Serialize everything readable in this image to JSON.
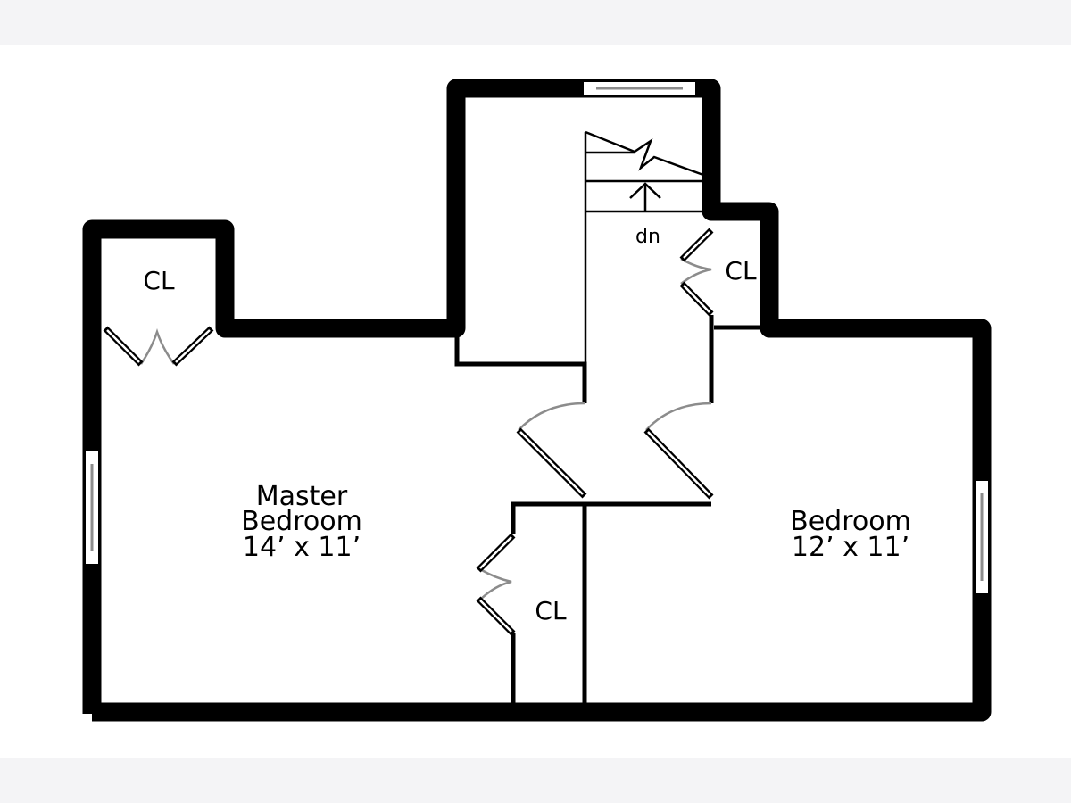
{
  "rooms": {
    "master": {
      "name_line1": "Master",
      "name_line2": "Bedroom",
      "size": "14’ x 11’"
    },
    "bedroom": {
      "name": "Bedroom",
      "size": "12’ x 11’"
    }
  },
  "closets": {
    "top_left": "CL",
    "hall": "CL",
    "lower": "CL"
  },
  "stairs": {
    "label": "dn"
  },
  "colors": {
    "wall": "#000000",
    "door_swing": "#8c8c8c",
    "band": "#f4f4f6"
  }
}
